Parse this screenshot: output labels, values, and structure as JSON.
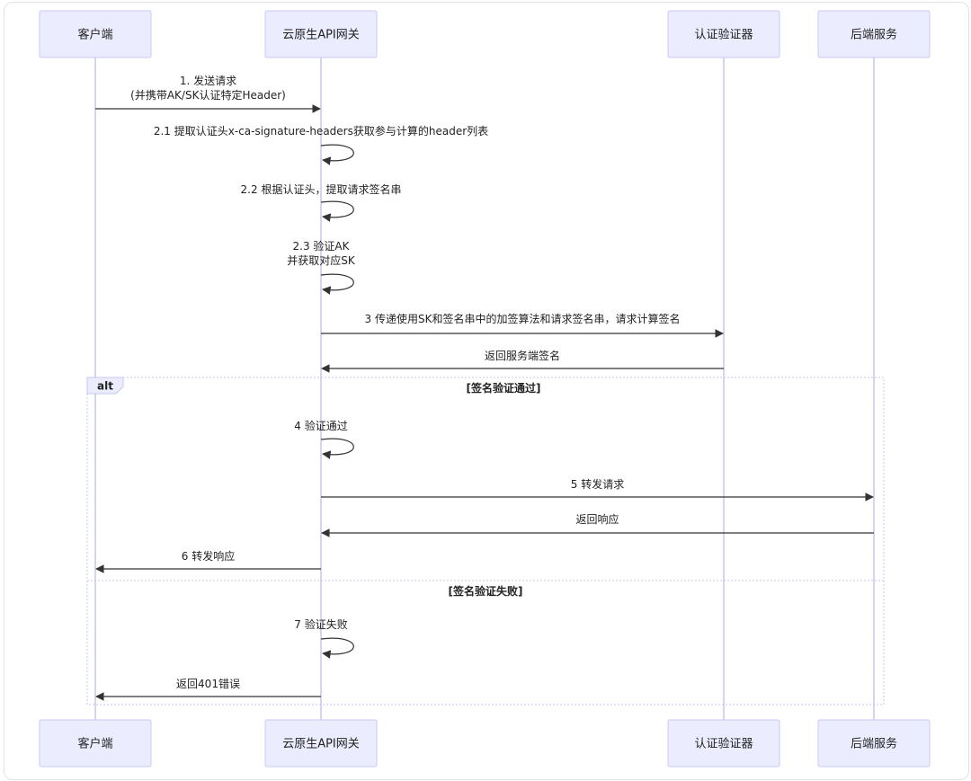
{
  "participants": [
    {
      "id": "client",
      "label": "客户端"
    },
    {
      "id": "gateway",
      "label": "云原生API网关"
    },
    {
      "id": "auth",
      "label": "认证验证器"
    },
    {
      "id": "backend",
      "label": "后端服务"
    }
  ],
  "messages": [
    {
      "from": "client",
      "to": "gateway",
      "lines": [
        "1. 发送请求",
        "(并携带AK/SK认证特定Header)"
      ],
      "style": "solid"
    },
    {
      "from": "gateway",
      "to": "gateway",
      "lines": [
        "2.1 提取认证头x-ca-signature-headers获取参与计算的header列表"
      ],
      "style": "self"
    },
    {
      "from": "gateway",
      "to": "gateway",
      "lines": [
        "2.2 根据认证头，提取请求签名串"
      ],
      "style": "self"
    },
    {
      "from": "gateway",
      "to": "gateway",
      "lines": [
        "2.3 验证AK",
        "并获取对应SK"
      ],
      "style": "self"
    },
    {
      "from": "gateway",
      "to": "auth",
      "lines": [
        "3 传递使用SK和签名串中的加签算法和请求签名串，请求计算签名"
      ],
      "style": "solid"
    },
    {
      "from": "auth",
      "to": "gateway",
      "lines": [
        "返回服务端签名"
      ],
      "style": "solid"
    },
    {
      "from": "gateway",
      "to": "gateway",
      "lines": [
        "4 验证通过"
      ],
      "style": "self"
    },
    {
      "from": "gateway",
      "to": "backend",
      "lines": [
        "5 转发请求"
      ],
      "style": "solid"
    },
    {
      "from": "backend",
      "to": "gateway",
      "lines": [
        "返回响应"
      ],
      "style": "solid"
    },
    {
      "from": "gateway",
      "to": "client",
      "lines": [
        "6 转发响应"
      ],
      "style": "solid"
    },
    {
      "from": "gateway",
      "to": "gateway",
      "lines": [
        "7 验证失败"
      ],
      "style": "self"
    },
    {
      "from": "gateway",
      "to": "client",
      "lines": [
        "返回401错误"
      ],
      "style": "solid"
    }
  ],
  "alt_frame": {
    "label": "alt",
    "sections": [
      {
        "guard": "[签名验证通过]"
      },
      {
        "guard": "[签名验证失败]"
      }
    ]
  }
}
